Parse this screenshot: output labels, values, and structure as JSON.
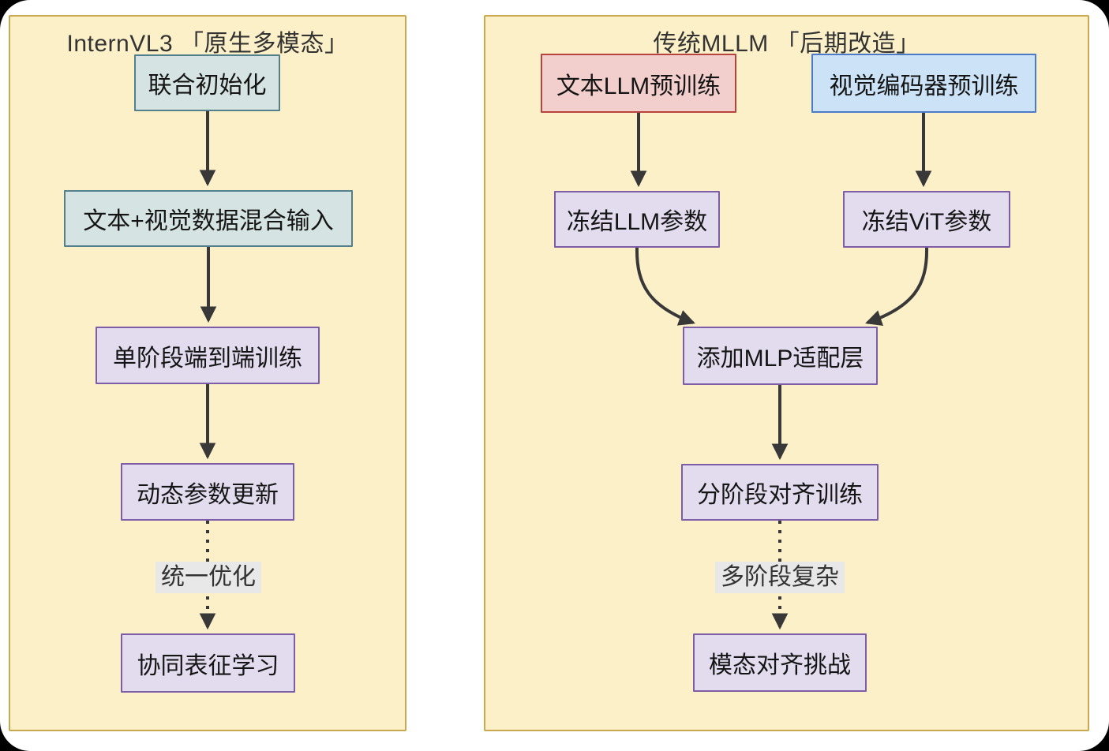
{
  "window": {
    "outer_background": "#000000",
    "canvas_background": "#ffffff"
  },
  "colors": {
    "panel_fill": "#FCF0C9",
    "panel_border": "#C9A850",
    "teal_node_fill": "#D6E3E3",
    "teal_node_border": "#54808E",
    "purple_node_fill": "#E3DCEF",
    "purple_node_border": "#7D5CA8",
    "red_node_fill": "#F2CFCD",
    "red_node_border": "#B8433C",
    "blue_node_fill": "#CBE2F7",
    "blue_node_border": "#4A7AC8",
    "arrow": "#383838",
    "edge_label_bg": "#E8E8E8",
    "edge_label_text": "#333333",
    "title_text": "#333333",
    "node_text": "#151515"
  },
  "panels": [
    {
      "id": "internvl3-native",
      "title": "InternVL3 「原生多模态」",
      "nodes": [
        {
          "id": "joint-init",
          "label": "联合初始化",
          "style": "teal"
        },
        {
          "id": "mixed-input",
          "label": "文本+视觉数据混合输入",
          "style": "teal"
        },
        {
          "id": "single-stage",
          "label": "单阶段端到端训练",
          "style": "purple"
        },
        {
          "id": "dynamic-update",
          "label": "动态参数更新",
          "style": "purple"
        },
        {
          "id": "collab-repr",
          "label": "协同表征学习",
          "style": "purple"
        }
      ],
      "edges": [
        {
          "from": "joint-init",
          "to": "mixed-input",
          "type": "solid"
        },
        {
          "from": "mixed-input",
          "to": "single-stage",
          "type": "solid"
        },
        {
          "from": "single-stage",
          "to": "dynamic-update",
          "type": "solid"
        },
        {
          "from": "dynamic-update",
          "to": "collab-repr",
          "type": "dotted",
          "label": "统一优化"
        }
      ],
      "edge_label": "统一优化"
    },
    {
      "id": "traditional-mllm",
      "title": "传统MLLM 「后期改造」",
      "nodes": [
        {
          "id": "text-llm-pretrain",
          "label": "文本LLM预训练",
          "style": "red"
        },
        {
          "id": "vision-encoder-pretrain",
          "label": "视觉编码器预训练",
          "style": "blue"
        },
        {
          "id": "freeze-llm",
          "label": "冻结LLM参数",
          "style": "purple"
        },
        {
          "id": "freeze-vit",
          "label": "冻结ViT参数",
          "style": "purple"
        },
        {
          "id": "add-mlp",
          "label": "添加MLP适配层",
          "style": "purple"
        },
        {
          "id": "staged-align",
          "label": "分阶段对齐训练",
          "style": "purple"
        },
        {
          "id": "modality-challenge",
          "label": "模态对齐挑战",
          "style": "purple"
        }
      ],
      "edges": [
        {
          "from": "text-llm-pretrain",
          "to": "freeze-llm",
          "type": "solid"
        },
        {
          "from": "vision-encoder-pretrain",
          "to": "freeze-vit",
          "type": "solid"
        },
        {
          "from": "freeze-llm",
          "to": "add-mlp",
          "type": "solid-curve"
        },
        {
          "from": "freeze-vit",
          "to": "add-mlp",
          "type": "solid-curve"
        },
        {
          "from": "add-mlp",
          "to": "staged-align",
          "type": "solid"
        },
        {
          "from": "staged-align",
          "to": "modality-challenge",
          "type": "dotted",
          "label": "多阶段复杂"
        }
      ],
      "edge_label": "多阶段复杂"
    }
  ]
}
